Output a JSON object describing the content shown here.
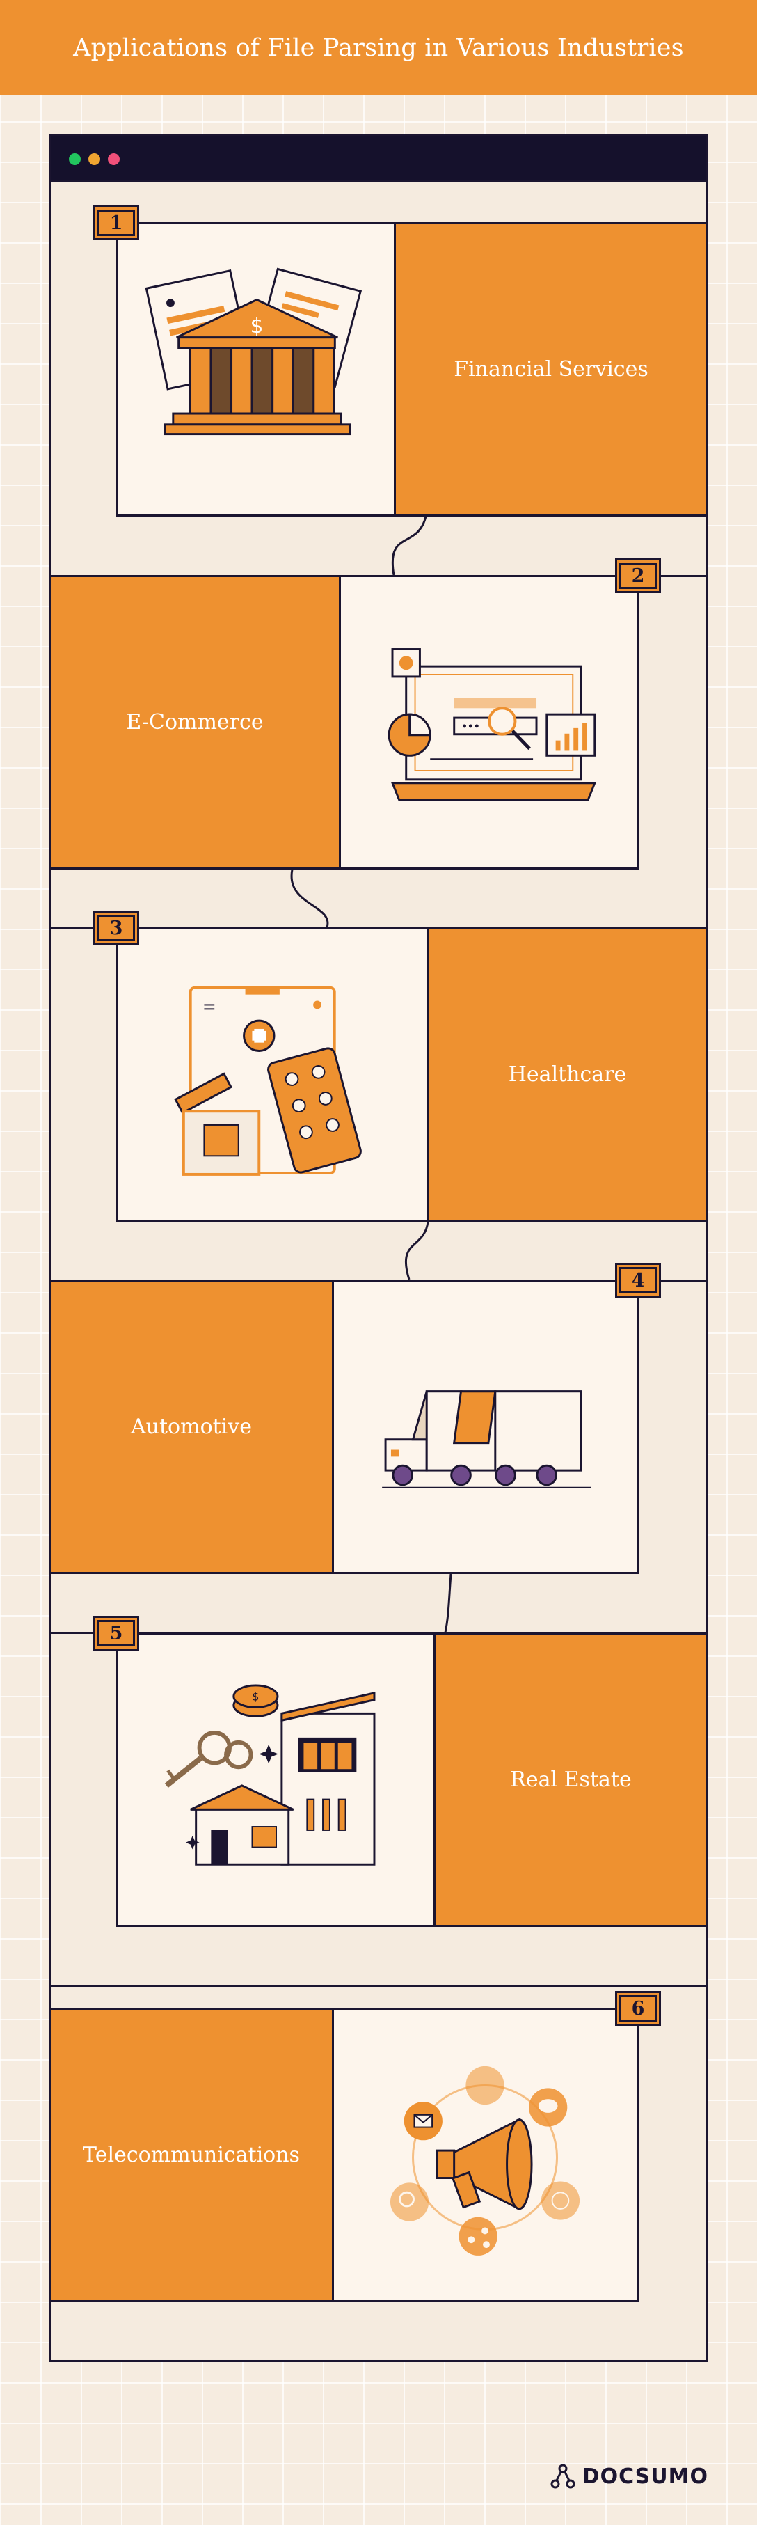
{
  "header": {
    "title": "Applications of File Parsing in Various Industries"
  },
  "colors": {
    "accent": "#ee9130",
    "ink": "#1b1530",
    "paper": "#fdf5ec",
    "background": "#f6ece0"
  },
  "window": {
    "dots": [
      "green",
      "yellow",
      "red"
    ]
  },
  "industries": [
    {
      "number": "1",
      "label": "Financial Services",
      "icon": "bank-icon"
    },
    {
      "number": "2",
      "label": "E-Commerce",
      "icon": "laptop-analytics-icon"
    },
    {
      "number": "3",
      "label": "Healthcare",
      "icon": "medicine-icon"
    },
    {
      "number": "4",
      "label": "Automotive",
      "icon": "truck-icon"
    },
    {
      "number": "5",
      "label": "Real Estate",
      "icon": "house-key-icon"
    },
    {
      "number": "6",
      "label": "Telecommunications",
      "icon": "megaphone-icon"
    }
  ],
  "brand": {
    "name": "DOCSUMO"
  }
}
